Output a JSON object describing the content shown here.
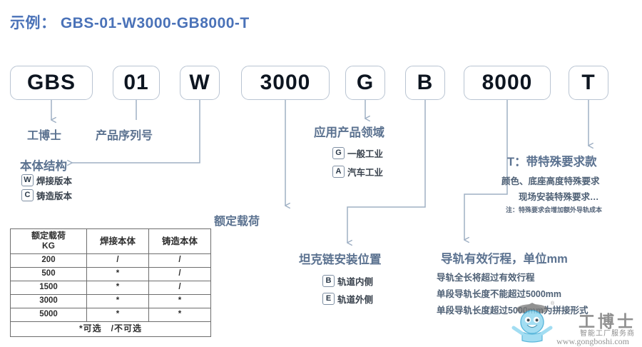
{
  "header": {
    "text": "示例： GBS-01-W3000-GB8000-T"
  },
  "colors": {
    "accent_blue": "#4a72b8",
    "label_blue": "#5b7290",
    "wire": "#9fb0c4",
    "box_border": "#b9c4d2",
    "table_border": "#6d6d6d"
  },
  "code_boxes": [
    {
      "id": "gbs",
      "text": "GBS"
    },
    {
      "id": "01",
      "text": "01"
    },
    {
      "id": "w",
      "text": "W"
    },
    {
      "id": "3000",
      "text": "3000"
    },
    {
      "id": "g",
      "text": "G"
    },
    {
      "id": "b",
      "text": "B"
    },
    {
      "id": "8000",
      "text": "8000"
    },
    {
      "id": "t",
      "text": "T"
    }
  ],
  "labels": {
    "gongboshi": "工博士",
    "serial": "产品序列号",
    "body_structure": "本体结构",
    "rated_load": "额定载荷",
    "application_field": "应用产品领域",
    "chain_position": "坦克链安装位置",
    "rail_stroke": "导轨有效行程，单位mm",
    "special": "T：带特殊要求款"
  },
  "body_options": [
    {
      "tag": "W",
      "text": "焊接版本"
    },
    {
      "tag": "C",
      "text": "铸造版本"
    }
  ],
  "application_options": [
    {
      "tag": "G",
      "text": "一般工业"
    },
    {
      "tag": "A",
      "text": "汽车工业"
    }
  ],
  "chain_options": [
    {
      "tag": "B",
      "text": "轨道内侧"
    },
    {
      "tag": "E",
      "text": "轨道外侧"
    }
  ],
  "rail_notes": [
    "导轨全长将超过有效行程",
    "单段导轨长度不能超过5000mm",
    "单段导轨长度超过5000mm为拼接形式"
  ],
  "special_notes": [
    "颜色、底座高度特殊要求",
    "现场安装特殊要求…"
  ],
  "special_footnote": "注：特殊要求会增加额外导轨成本",
  "table": {
    "headers": [
      "额定载荷\nKG",
      "焊接本体",
      "铸造本体"
    ],
    "header_line1": "额定载荷",
    "header_line2": "KG",
    "header_col2": "焊接本体",
    "header_col3": "铸造本体",
    "rows": [
      {
        "load": "200",
        "welded": "/",
        "cast": "/"
      },
      {
        "load": "500",
        "welded": "*",
        "cast": "/"
      },
      {
        "load": "1500",
        "welded": "*",
        "cast": "/"
      },
      {
        "load": "3000",
        "welded": "*",
        "cast": "*"
      },
      {
        "load": "5000",
        "welded": "*",
        "cast": "*"
      }
    ],
    "footer": "*可选　/不可选"
  },
  "watermark": {
    "brand": "工博士",
    "tagline": "智能工厂服务商",
    "url": "www.gongboshi.com"
  }
}
